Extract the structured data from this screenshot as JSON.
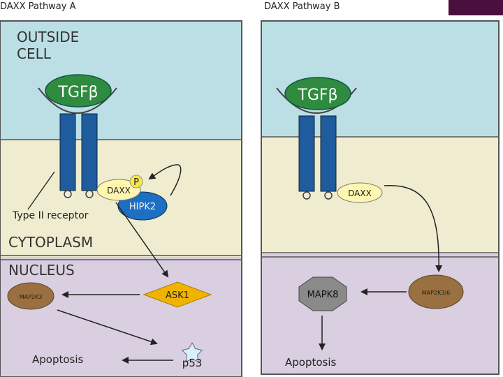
{
  "panel_a": {
    "title": "DAXX Pathway A",
    "region_outside": [
      "OUTSIDE",
      "CELL"
    ],
    "region_cytoplasm": "CYTOPLASM",
    "region_nucleus": "NUCLEUS",
    "ligand": "TGFβ",
    "receptor_label": "Type II receptor",
    "daxx": "DAXX",
    "phospho": "P",
    "hipk2": "HIPK2",
    "ask1": "ASK1",
    "map2k3": "MAP2K3",
    "p53": "p53",
    "apoptosis": "Apoptosis"
  },
  "panel_b": {
    "title": "DAXX Pathway B",
    "ligand": "TGFβ",
    "daxx": "DAXX",
    "map2k36": "MAP2K3/6",
    "mapk8": "MAPK8",
    "apoptosis": "Apoptosis"
  },
  "colors": {
    "outside": "#bcdfe5",
    "cytoplasm": "#efecd0",
    "nucleus": "#d9cfe0",
    "tgfb": "#2e8b3f",
    "receptor": "#1f5c9e",
    "daxx": "#fff7b0",
    "hipk2": "#1d6fc2",
    "ask1": "#f0b400",
    "map2k": "#9a7040",
    "mapk8": "#8a8a8a",
    "p53": "#d8f0fa",
    "accent": "#4a0f3c"
  }
}
